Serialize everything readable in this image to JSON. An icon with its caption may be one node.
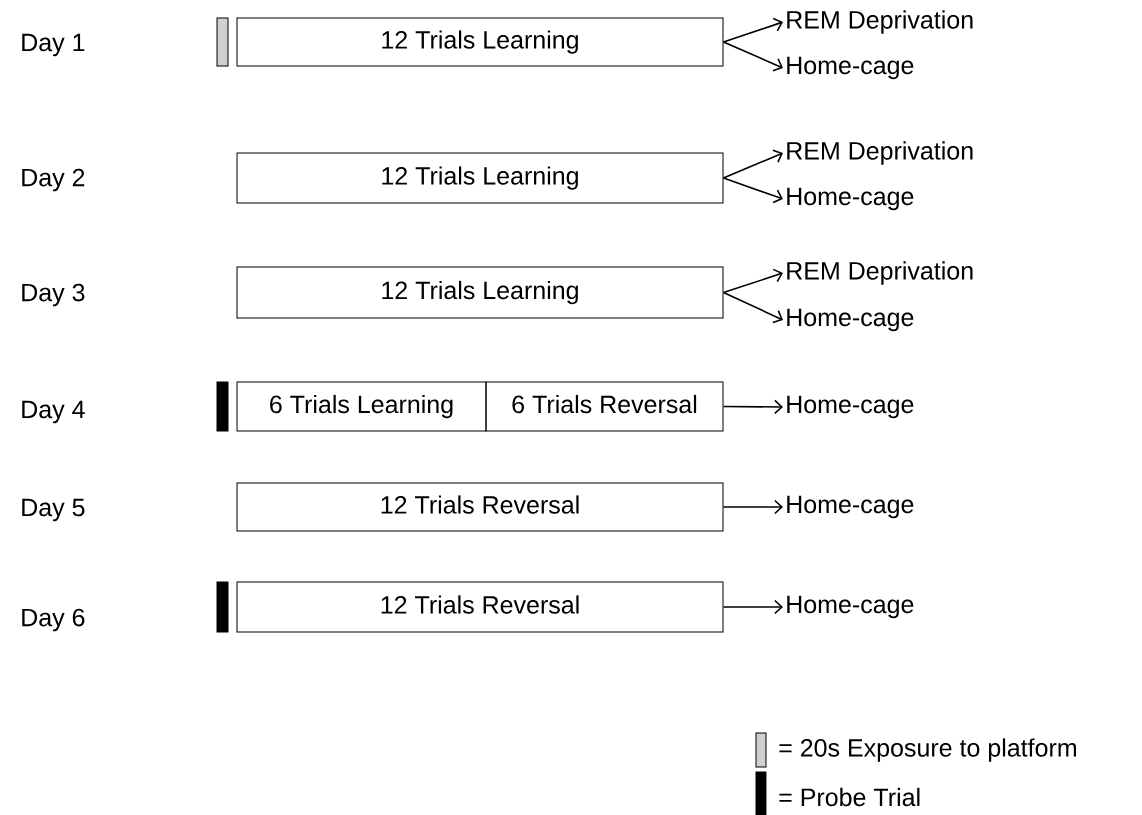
{
  "diagram": {
    "nodes": [
      {
        "text": [
          "12 Trials Learning"
        ]
      },
      {
        "text": [
          "REM Deprivation"
        ]
      },
      {
        "text": [
          "Home-cage"
        ]
      },
      {
        "text": [
          "12 Trials Learning"
        ]
      },
      {
        "text": [
          "REM Deprivation"
        ]
      },
      {
        "text": [
          "Home-cage"
        ]
      },
      {
        "text": [
          "12 Trials Learning"
        ]
      },
      {
        "text": [
          "REM Deprivation"
        ]
      },
      {
        "text": [
          "Home-cage"
        ]
      },
      {
        "text": [
          "6 Trials Learning"
        ]
      },
      {
        "text": [
          "6 Trials Reversal"
        ]
      },
      {
        "text": [
          "Home-cage"
        ]
      },
      {
        "text": [
          "12 Trials Reversal"
        ]
      },
      {
        "text": [
          "Home-cage"
        ]
      },
      {
        "text": [
          "12 Trials Reversal"
        ]
      },
      {
        "text": [
          "Home-cage"
        ]
      }
    ],
    "edges": [
      {
        "from": 0,
        "to": 1,
        "arrow": "to"
      },
      {
        "from": 0,
        "to": 2,
        "arrow": "to"
      },
      {
        "from": 3,
        "to": 4,
        "arrow": "to"
      },
      {
        "from": 3,
        "to": 5,
        "arrow": "to"
      },
      {
        "from": 6,
        "to": 7,
        "arrow": "to"
      },
      {
        "from": 6,
        "to": 8,
        "arrow": "to"
      },
      {
        "from": 10,
        "to": 11,
        "arrow": "to"
      },
      {
        "from": 12,
        "to": 13,
        "arrow": "to"
      },
      {
        "from": 14,
        "to": 15,
        "arrow": "to"
      }
    ],
    "labels": [
      "Day 1",
      "Day 2",
      "Day 3",
      "Day 4",
      "Day 5",
      "Day 6"
    ],
    "legend": [
      {
        "text": "= 20s Exposure to platform",
        "color": "#d0d0d0"
      },
      {
        "text": "= Probe Trial",
        "color": "#000000"
      }
    ]
  }
}
